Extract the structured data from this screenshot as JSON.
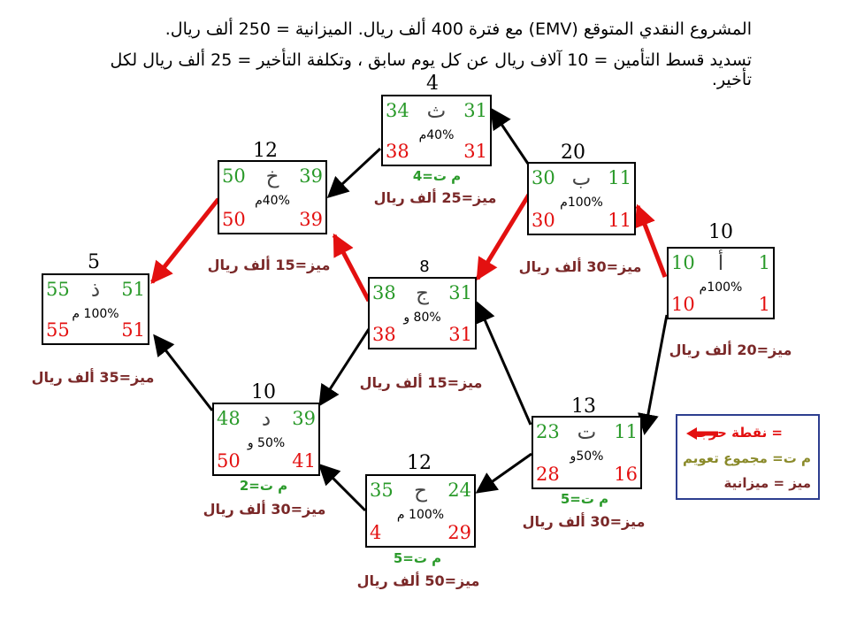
{
  "header": {
    "line1": "المشروع النقدي المتوقع (EMV) مع فترة 400 ألف ريال. الميزانية = 250 ألف ريال.",
    "line2": "تسديد قسط التأمين = 10 آلاف ريال عن كل يوم سابق ، وتكلفة التأخير = 25 ألف ريال لكل تأخير."
  },
  "colors": {
    "early": "#2a9a2a",
    "late": "#e31010",
    "budget": "#7a2828",
    "critical": "#e31010",
    "legend_border": "#2d3e8f"
  },
  "nodes": {
    "a": {
      "name": "أ",
      "duration": "10",
      "es": "1",
      "ef": "10",
      "ls": "1",
      "lf": "10",
      "prob": "100%م",
      "budget": "ميز=20 ألف ريال"
    },
    "b": {
      "name": "ب",
      "duration": "20",
      "es": "11",
      "ef": "30",
      "ls": "11",
      "lf": "30",
      "prob": "100%م",
      "budget": "ميز=30 ألف ريال"
    },
    "th": {
      "name": "ث",
      "duration": "4",
      "es": "31",
      "ef": "34",
      "ls": "31",
      "lf": "38",
      "prob": "40%م",
      "float": "م ت=4",
      "budget": "ميز=25 ألف ريال"
    },
    "kh": {
      "name": "خ",
      "duration": "12",
      "es": "39",
      "ef": "50",
      "ls": "39",
      "lf": "50",
      "prob": "40%م",
      "budget": "ميز=15 ألف ريال"
    },
    "j": {
      "name": "ج",
      "duration": "8",
      "es": "31",
      "ef": "38",
      "ls": "31",
      "lf": "38",
      "prob": "80% و",
      "budget": "ميز=15 ألف ريال"
    },
    "dh": {
      "name": "ذ",
      "duration": "5",
      "es": "51",
      "ef": "55",
      "ls": "51",
      "lf": "55",
      "prob": "100% م",
      "budget": "ميز=35 ألف ريال"
    },
    "t": {
      "name": "ت",
      "duration": "13",
      "es": "11",
      "ef": "23",
      "ls": "16",
      "lf": "28",
      "prob": "50%و",
      "float": "م ت=5",
      "budget": "ميز=30 ألف ريال"
    },
    "d": {
      "name": "د",
      "duration": "10",
      "es": "39",
      "ef": "48",
      "ls": "41",
      "lf": "50",
      "prob": "50% و",
      "float": "م ت=2",
      "budget": "ميز=30 ألف ريال"
    },
    "h": {
      "name": "ح",
      "duration": "12",
      "es": "24",
      "ef": "35",
      "ls": "29",
      "lf": "4",
      "prob": "100% م",
      "float": "م ت=5",
      "budget": "ميز=50 ألف ريال"
    }
  },
  "legend": {
    "critical": "= نقطة حرجة",
    "float": "م ت= مجموع تعويم",
    "budget": "ميز = ميزانية"
  }
}
